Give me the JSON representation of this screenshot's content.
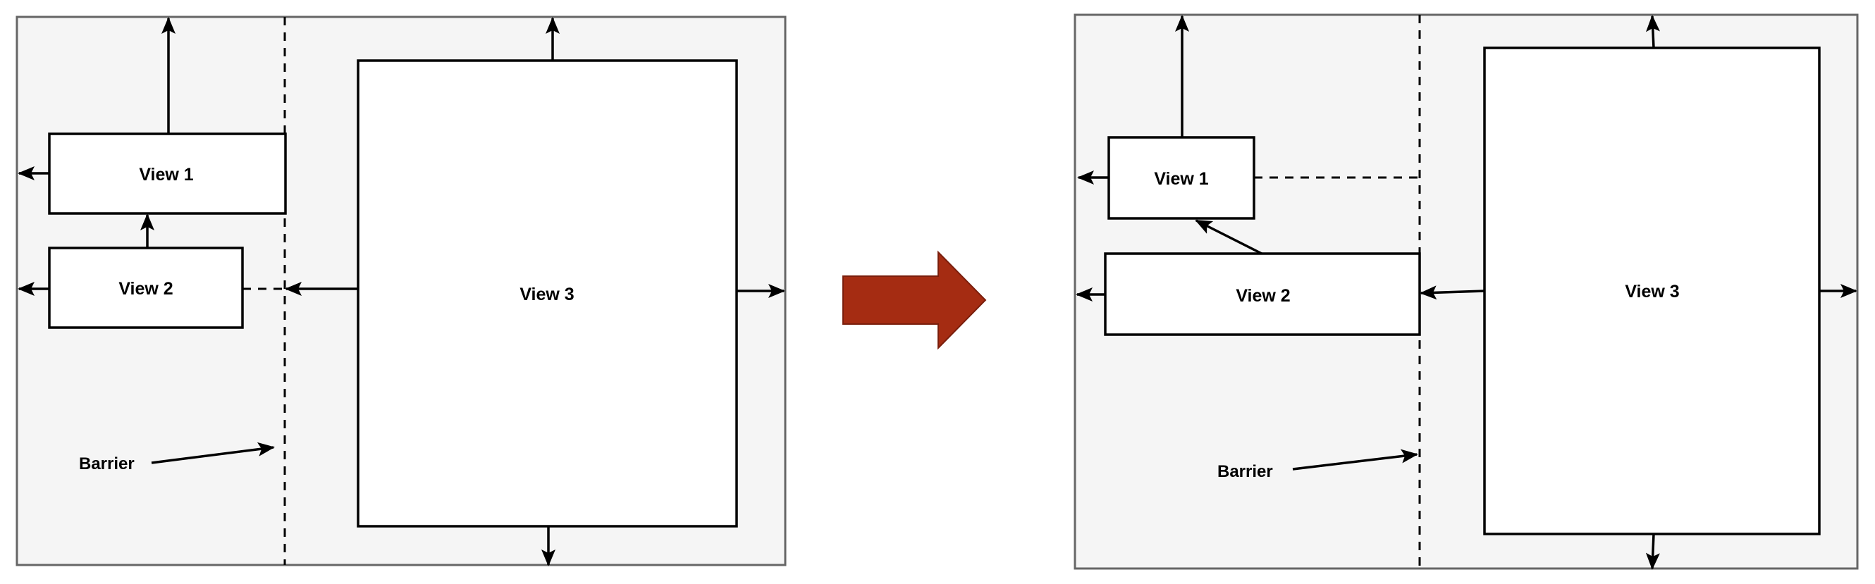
{
  "colors": {
    "panel_fill": "#f5f5f5",
    "panel_border": "#666666",
    "view_fill": "#ffffff",
    "line": "#000000",
    "transition_arrow": "#a52c12"
  },
  "before": {
    "view1": "View 1",
    "view2": "View 2",
    "view3": "View 3",
    "barrier": "Barrier"
  },
  "after": {
    "view1": "View 1",
    "view2": "View 2",
    "view3": "View 3",
    "barrier": "Barrier"
  }
}
